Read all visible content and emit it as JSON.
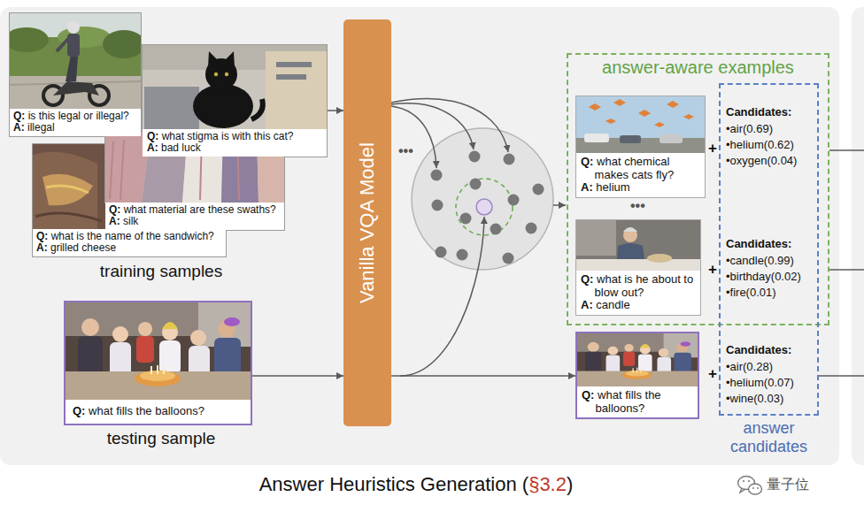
{
  "diagram": {
    "caption": "Answer Heuristics Generation (§3.2)",
    "nodes": [
      {
        "text": [
          "Q: is this legal or illegal?",
          "A: illegal"
        ]
      },
      {
        "text": [
          "Q: what stigma is with this cat?",
          "A: bad luck"
        ]
      },
      {
        "text": [
          "Q: what material are these swaths?",
          "A: silk"
        ]
      },
      {
        "text": [
          "Q: what is the name of the sandwich?",
          "A: grilled cheese"
        ]
      },
      {
        "text": [
          "Q: what fills the balloons?"
        ]
      },
      {
        "text": [
          "Vanilla VQA Model"
        ]
      },
      {
        "text": [
          "answer-aware examples"
        ]
      },
      {
        "text": [
          "Q: what chemical makes cats fly?",
          "A: helium"
        ],
        "in": 6
      },
      {
        "text": [
          "Q: what is he about to blow out?",
          "A: candle"
        ],
        "in": 6
      },
      {
        "text": [
          "Q: what fills the balloons?"
        ]
      },
      {
        "text": [
          "Candidates:",
          "•air(0.69)",
          "•helium(0.62)",
          "•oxygen(0.04)",
          "Candidates:",
          "•candle(0.99)",
          "•birthday(0.02)",
          "•fire(0.01)",
          "Candidates:",
          "•air(0.28)",
          "•helium(0.07)",
          "•wine(0.03)",
          "answer candidates"
        ]
      }
    ],
    "edges": [
      {
        "from": 1,
        "to": 5,
        "arrow": "to"
      },
      {
        "from": 4,
        "to": 5,
        "arrow": "to"
      },
      {
        "from": 5,
        "to": 9,
        "arrow": "to"
      }
    ],
    "labels": [
      "training samples",
      "testing sample",
      "•••",
      "•••",
      "+",
      "+",
      "+",
      "量子位"
    ]
  }
}
